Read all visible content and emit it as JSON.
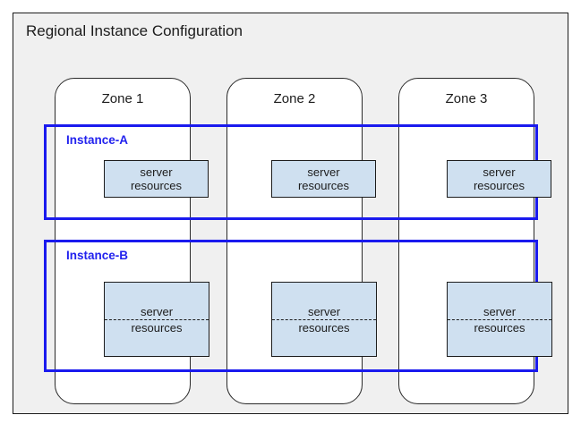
{
  "diagram": {
    "title": "Regional Instance Configuration",
    "colors": {
      "background": "#f0f0f0",
      "page": "#ffffff",
      "instance_outline": "#1a1aee",
      "instance_label": "#2222ee",
      "server_fill": "#cfe0f0",
      "stroke": "#1c1c1c"
    },
    "zones": [
      {
        "label": "Zone 1"
      },
      {
        "label": "Zone 2"
      },
      {
        "label": "Zone 3"
      }
    ],
    "instances": [
      {
        "label": "Instance-A",
        "style": "plain",
        "resources": [
          {
            "line1": "server",
            "line2": "resources"
          },
          {
            "line1": "server",
            "line2": "resources"
          },
          {
            "line1": "server",
            "line2": "resources"
          }
        ]
      },
      {
        "label": "Instance-B",
        "style": "split",
        "resources": [
          {
            "line1": "server",
            "line2": "resources"
          },
          {
            "line1": "server",
            "line2": "resources"
          },
          {
            "line1": "server",
            "line2": "resources"
          }
        ]
      }
    ]
  }
}
